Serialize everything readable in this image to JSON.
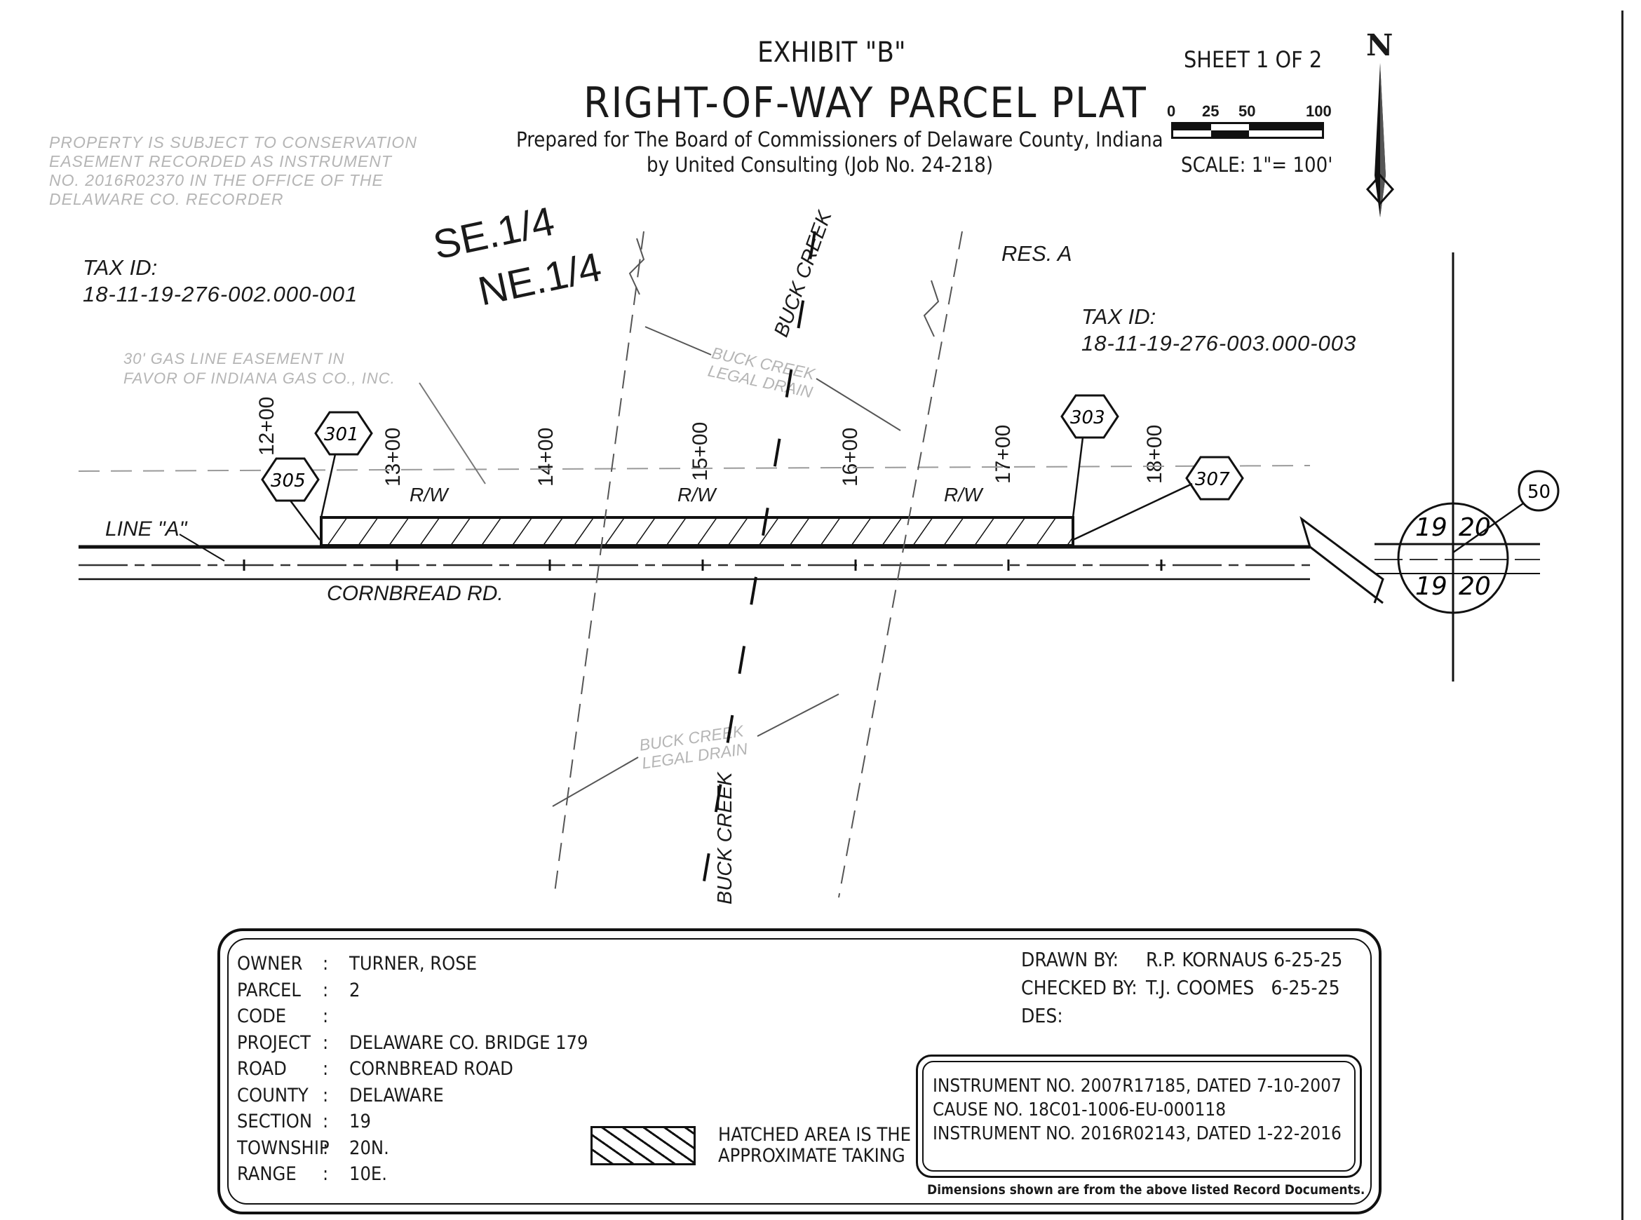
{
  "header": {
    "exhibit": "EXHIBIT \"B\"",
    "title": "RIGHT-OF-WAY PARCEL PLAT",
    "prepared_for": "Prepared for The Board of Commissioners of Delaware County, Indiana",
    "prepared_by": "by United Consulting (Job No. 24-218)",
    "sheet": "SHEET 1 OF 2"
  },
  "scale_bar": {
    "labels": [
      "0",
      "25",
      "50",
      "100"
    ],
    "scale_text": "SCALE: 1\"= 100'",
    "north_letter": "N"
  },
  "notes": {
    "conservation_easement": [
      "PROPERTY IS SUBJECT TO CONSERVATION",
      "EASEMENT RECORDED AS INSTRUMENT",
      "NO. 2016R02370 IN THE OFFICE OF THE",
      "DELAWARE CO. RECORDER"
    ],
    "gas_easement": [
      "30' GAS LINE EASEMENT IN",
      "FAVOR OF INDIANA GAS CO., INC."
    ]
  },
  "plat": {
    "quarter_section": [
      "SE.1/4",
      "NE.1/4"
    ],
    "tax_id_left_label": "TAX ID:",
    "tax_id_left": "18-11-19-276-002.000-001",
    "tax_id_right_label": "TAX ID:",
    "tax_id_right": "18-11-19-276-003.000-003",
    "res_label": "RES. A",
    "road_name": "CORNBREAD RD.",
    "line_label": "LINE \"A\"",
    "rw_label": "R/W",
    "stations": [
      "12+00",
      "13+00",
      "14+00",
      "15+00",
      "16+00",
      "17+00",
      "18+00"
    ],
    "points": [
      "305",
      "301",
      "303",
      "307"
    ],
    "creek": "BUCK CREEK",
    "legal_drain": [
      "BUCK",
      "CREEK",
      "LEGAL",
      "DRAIN"
    ],
    "section_numbers": [
      "19",
      "20",
      "19",
      "20"
    ],
    "circle_ref": "50"
  },
  "title_block": {
    "left": [
      {
        "label": "OWNER",
        "value": "TURNER, ROSE"
      },
      {
        "label": "PARCEL",
        "value": "2"
      },
      {
        "label": "CODE",
        "value": ""
      },
      {
        "label": "PROJECT",
        "value": "DELAWARE CO. BRIDGE 179"
      },
      {
        "label": "ROAD",
        "value": "CORNBREAD ROAD"
      },
      {
        "label": "COUNTY",
        "value": "DELAWARE"
      },
      {
        "label": "SECTION",
        "value": "19"
      },
      {
        "label": "TOWNSHIP",
        "value": "20N."
      },
      {
        "label": "RANGE",
        "value": "10E."
      }
    ],
    "drawn_by_label": "DRAWN BY:",
    "drawn_by": "R.P. KORNAUS 6-25-25",
    "checked_by_label": "CHECKED BY:",
    "checked_by": "T.J. COOMES   6-25-25",
    "des_label": "DES:",
    "legend": [
      "HATCHED AREA IS THE",
      "APPROXIMATE TAKING"
    ],
    "instruments": [
      "INSTRUMENT NO. 2007R17185, DATED 7-10-2007",
      "CAUSE NO. 18C01-1006-EU-000118",
      "INSTRUMENT NO. 2016R02143, DATED 1-22-2016"
    ],
    "footnote": "Dimensions shown are from the above listed Record Documents."
  }
}
